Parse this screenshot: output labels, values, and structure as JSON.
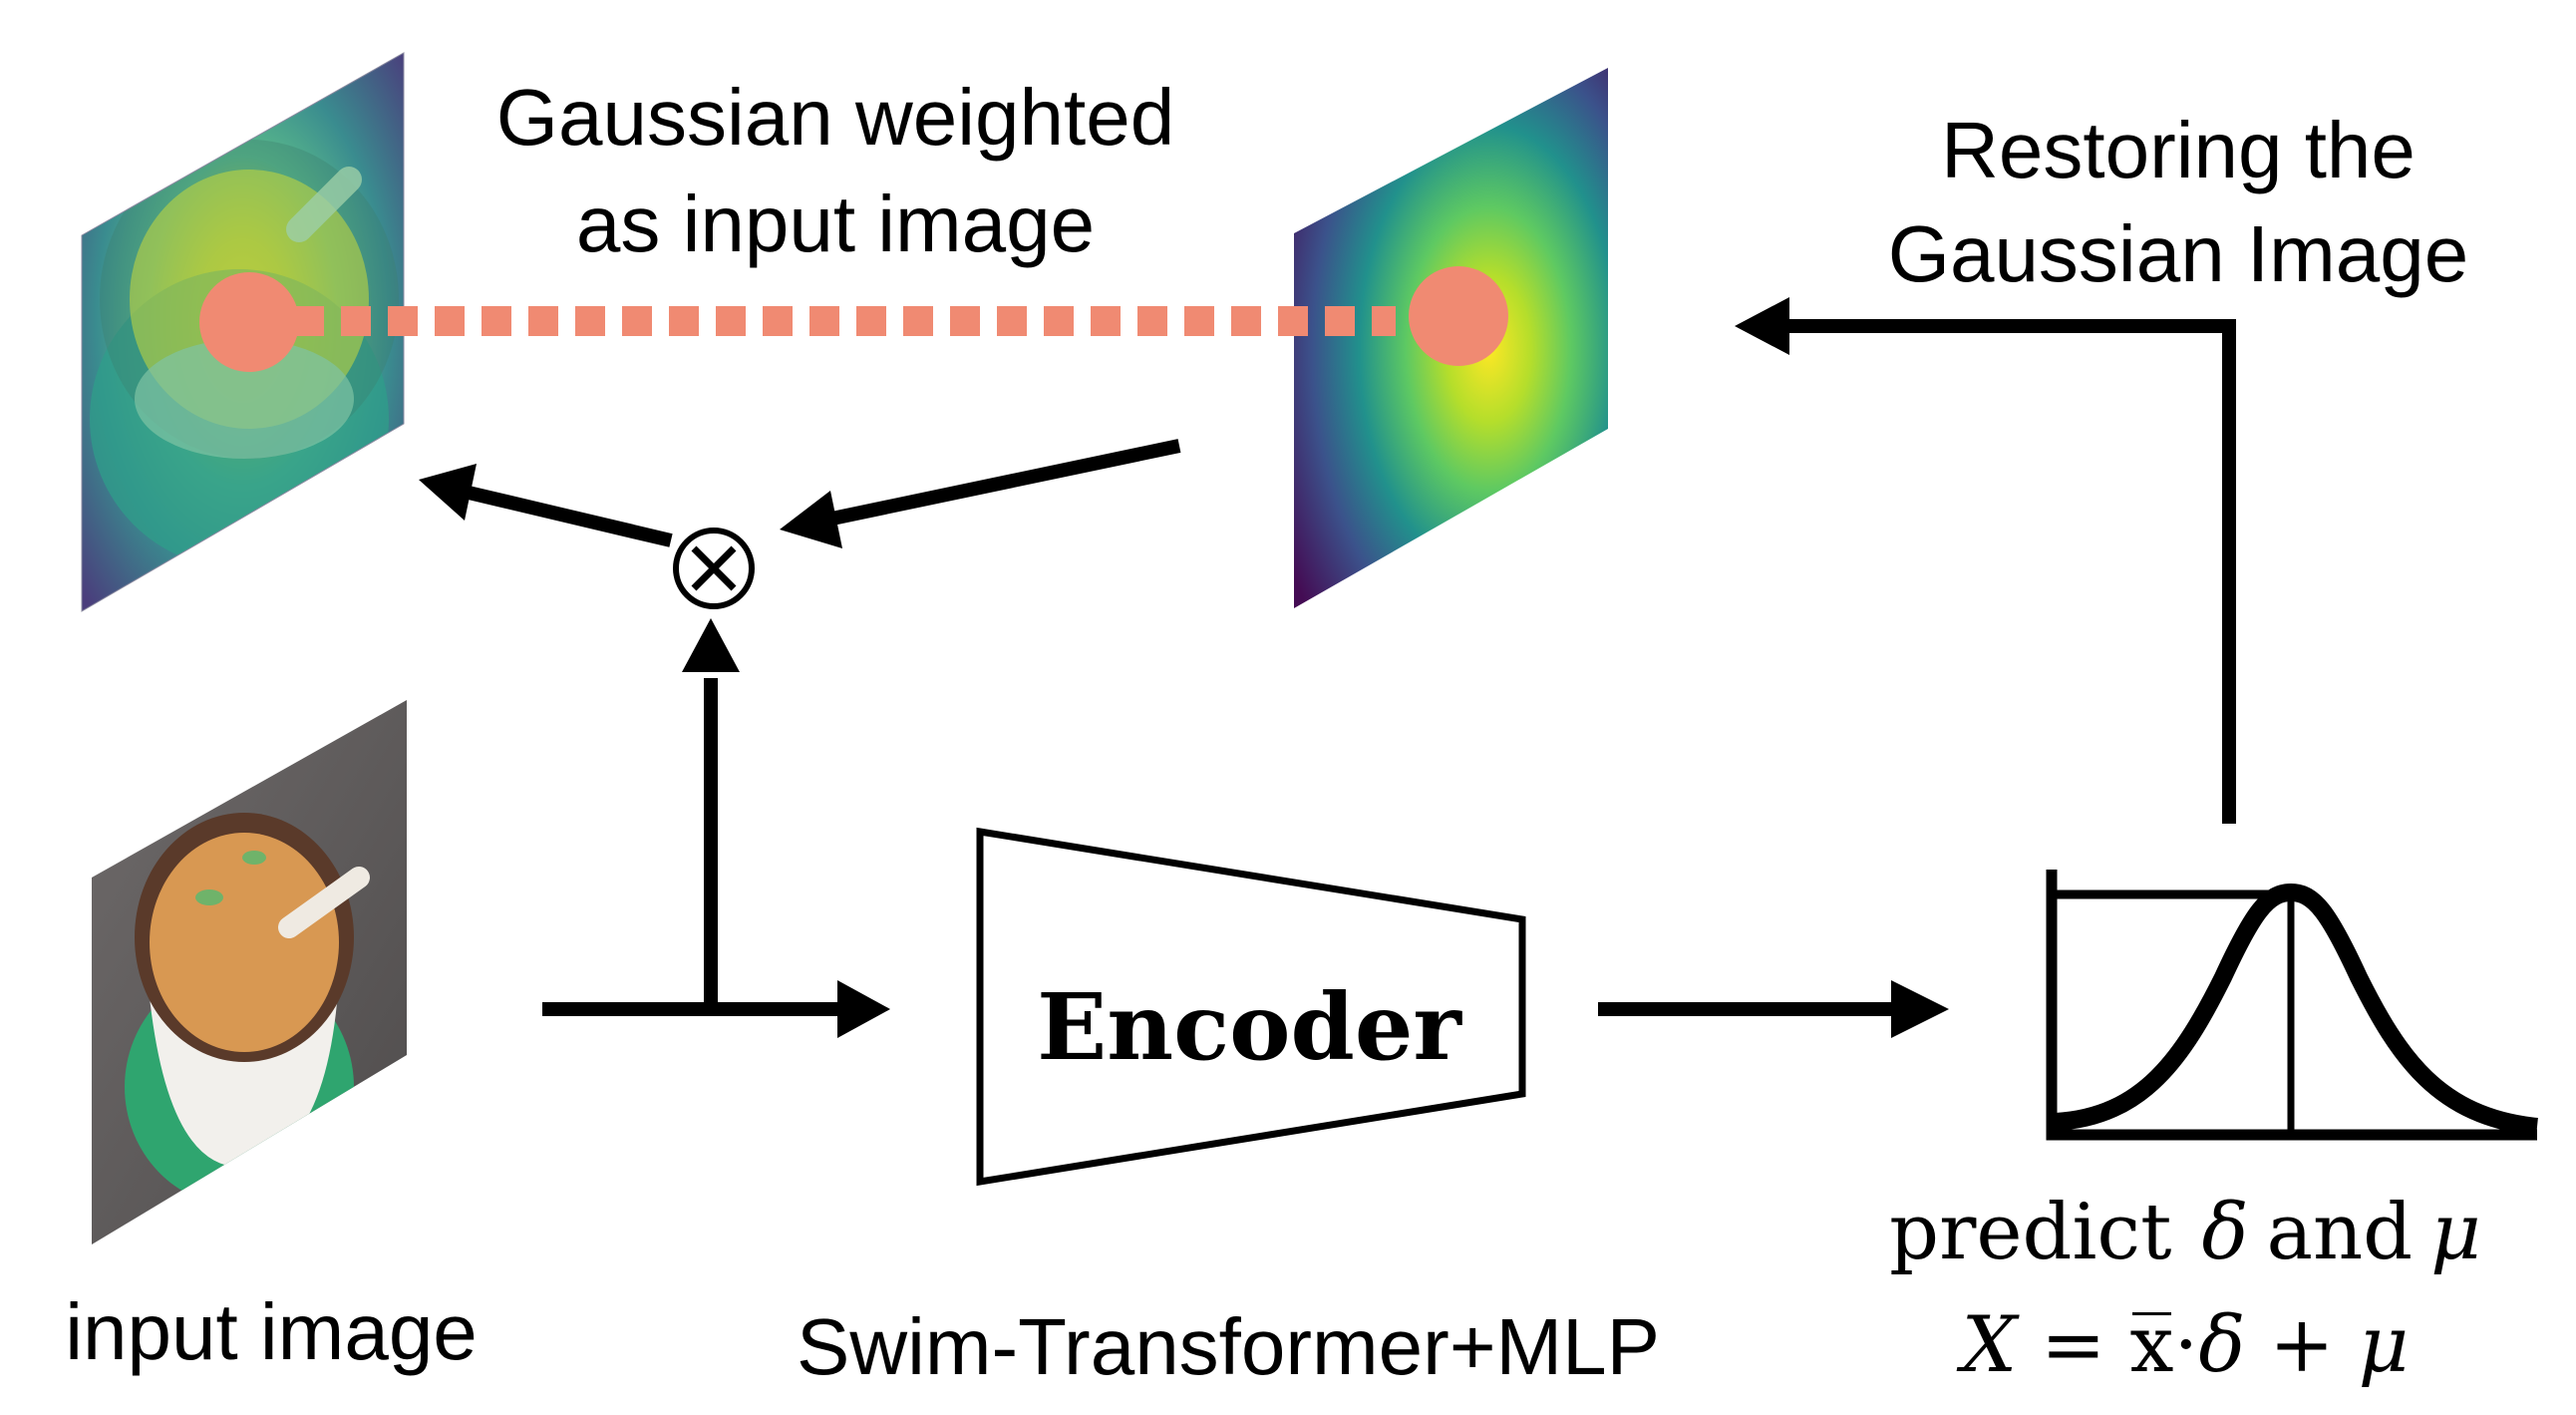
{
  "labels": {
    "gaussian_weighted_line1": "Gaussian weighted",
    "gaussian_weighted_line2": "as input image",
    "restoring_line1": "Restoring the",
    "restoring_line2": "Gaussian Image",
    "encoder": "Encoder",
    "input_image": "input image",
    "backbone": "Swim-Transformer+MLP",
    "predict_prefix": "predict",
    "predict_delta": "δ",
    "predict_and": "and",
    "predict_mu": "μ",
    "formula_X": "X",
    "formula_eq": "=",
    "formula_xbar": "x̅",
    "formula_dot": "·",
    "formula_delta": "δ",
    "formula_plus": "+",
    "formula_mu": "μ",
    "multiply_symbol": "⊗"
  },
  "colors": {
    "dot_accent": "#f08a72",
    "viridis_dark": "#440c54",
    "viridis_mid": "#21918c",
    "viridis_light": "#fde725",
    "soup_plate": "#2fa56f",
    "soup_broth": "#d89852"
  },
  "icons": {
    "multiply": "circled-times-icon",
    "distribution": "bell-curve-icon"
  }
}
